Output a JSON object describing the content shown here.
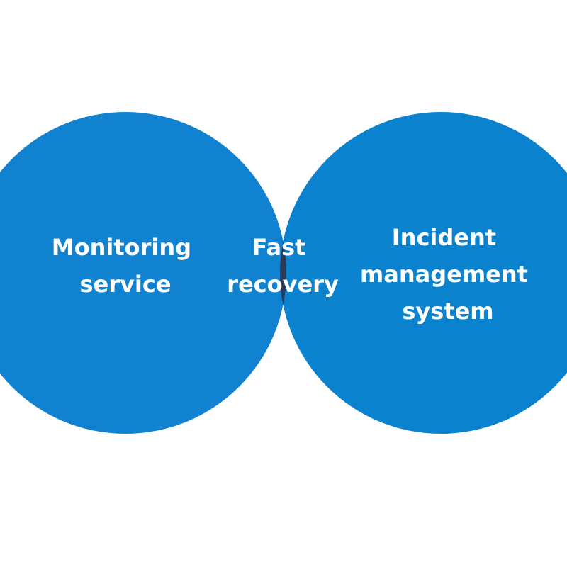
{
  "colors": {
    "circle_left": "#1082D0",
    "circle_right": "#0A82CE",
    "overlap": "#2B3A55",
    "label": "#ffffff",
    "background": "#ffffff"
  },
  "venn": {
    "left": {
      "lines": [
        "Monitoring",
        "service"
      ]
    },
    "right": {
      "lines": [
        "Incident",
        "management",
        "system"
      ]
    },
    "overlap": {
      "lines": [
        "Fast",
        "recovery"
      ]
    }
  }
}
